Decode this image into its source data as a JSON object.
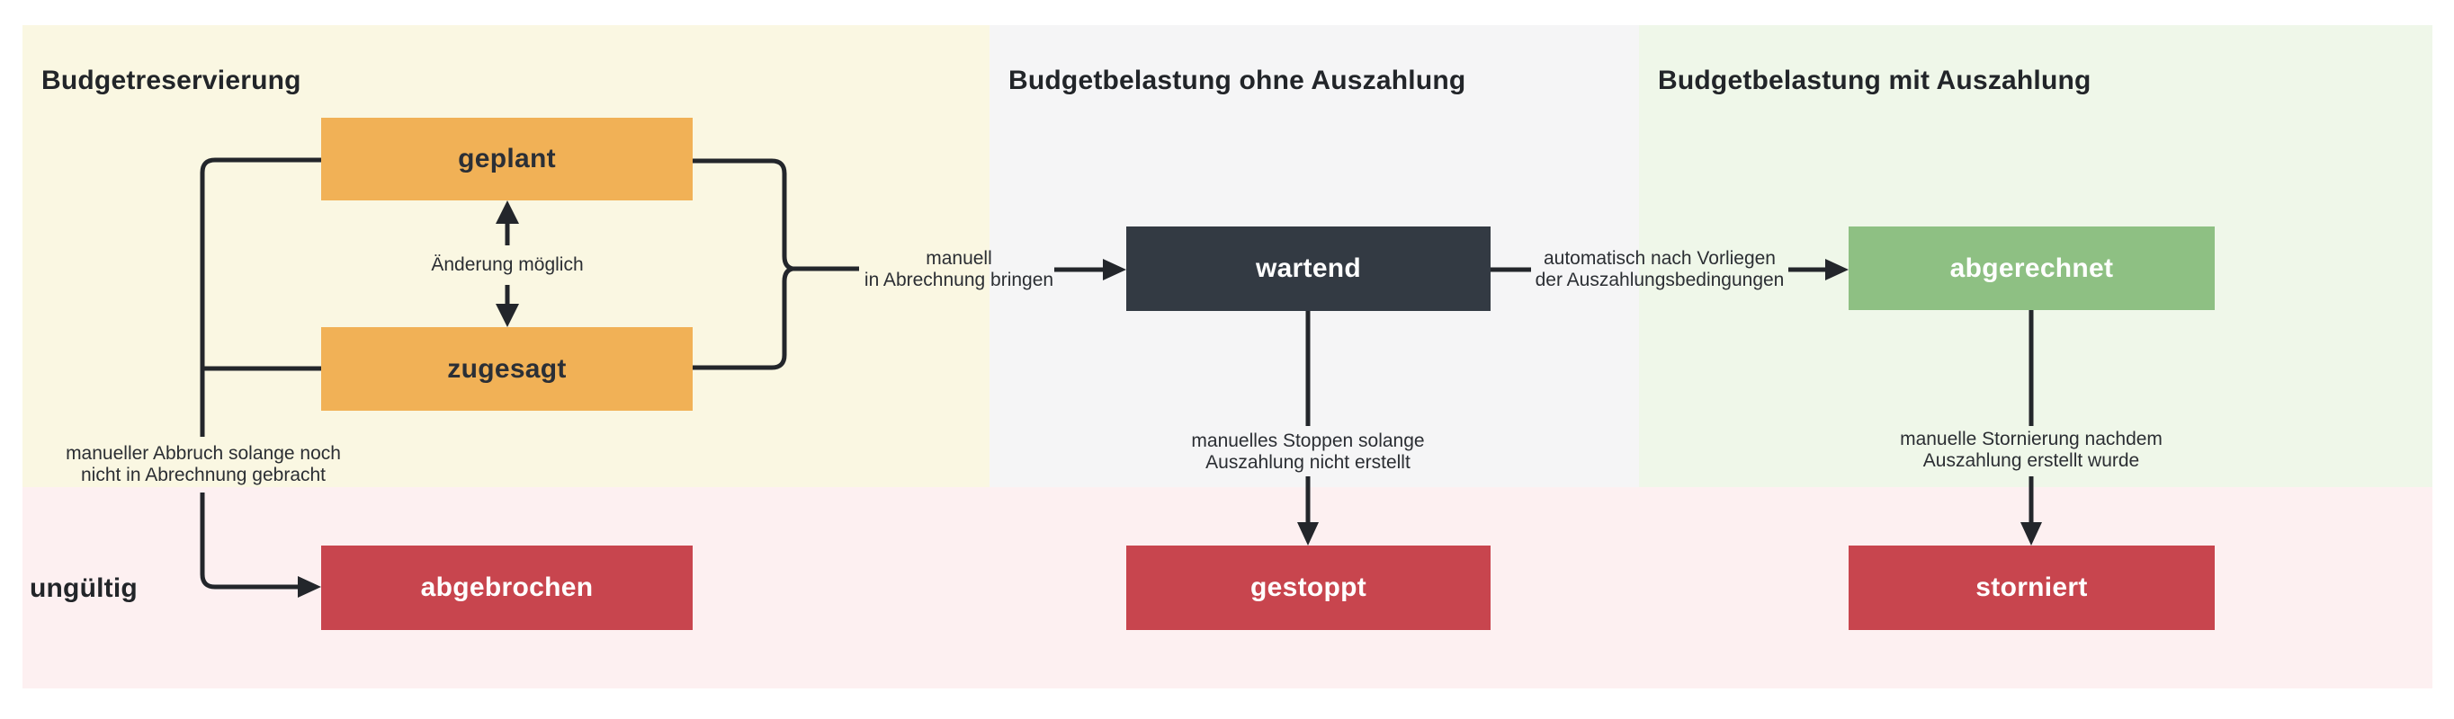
{
  "diagram": {
    "sections": [
      {
        "id": "reservierung",
        "title": "Budgetreservierung",
        "bg": "#faf7e2"
      },
      {
        "id": "belastung_ohne",
        "title": "Budgetbelastung ohne Auszahlung",
        "bg": "#f5f5f6"
      },
      {
        "id": "belastung_mit",
        "title": "Budgetbelastung mit Auszahlung",
        "bg": "#eff7e9"
      },
      {
        "id": "ungueltig",
        "title": "ungültig",
        "bg": "#fdf0f1"
      }
    ],
    "states": [
      {
        "id": "geplant",
        "label": "geplant",
        "color": "#f1b156"
      },
      {
        "id": "zugesagt",
        "label": "zugesagt",
        "color": "#f1b156"
      },
      {
        "id": "wartend",
        "label": "wartend",
        "color": "#333a43"
      },
      {
        "id": "abgerechnet",
        "label": "abgerechnet",
        "color": "#8ec083"
      },
      {
        "id": "abgebrochen",
        "label": "abgebrochen",
        "color": "#c8454e"
      },
      {
        "id": "gestoppt",
        "label": "gestoppt",
        "color": "#c8454e"
      },
      {
        "id": "storniert",
        "label": "storniert",
        "color": "#c8454e"
      }
    ],
    "transitions": {
      "aenderung": {
        "line1": "Änderung möglich",
        "line2": ""
      },
      "abrechnung": {
        "line1": "manuell",
        "line2": "in Abrechnung bringen"
      },
      "auszahlung": {
        "line1": "automatisch nach Vorliegen",
        "line2": "der Auszahlungsbedingungen"
      },
      "abbruch": {
        "line1": "manueller Abbruch solange noch",
        "line2": "nicht in Abrechnung gebracht"
      },
      "stoppen": {
        "line1": "manuelles Stoppen solange",
        "line2": "Auszahlung nicht erstellt"
      },
      "stornierung": {
        "line1": "manuelle Stornierung nachdem",
        "line2": "Auszahlung erstellt wurde"
      }
    },
    "colors": {
      "wire": "#23262b",
      "text": "#222529",
      "state_orange": "#f1b156",
      "state_dark": "#333a43",
      "state_green": "#8ec083",
      "state_red": "#c8454e"
    }
  }
}
